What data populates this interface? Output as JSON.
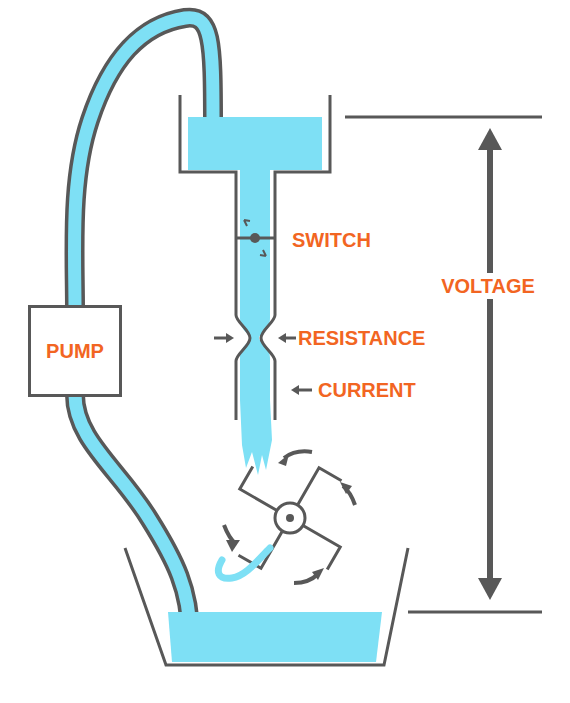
{
  "diagram": {
    "nodes": [
      {
        "text": [
          "PUMP"
        ]
      }
    ],
    "labels": [
      "SWITCH",
      "RESISTANCE",
      "CURRENT",
      "VOLTAGE"
    ]
  }
}
